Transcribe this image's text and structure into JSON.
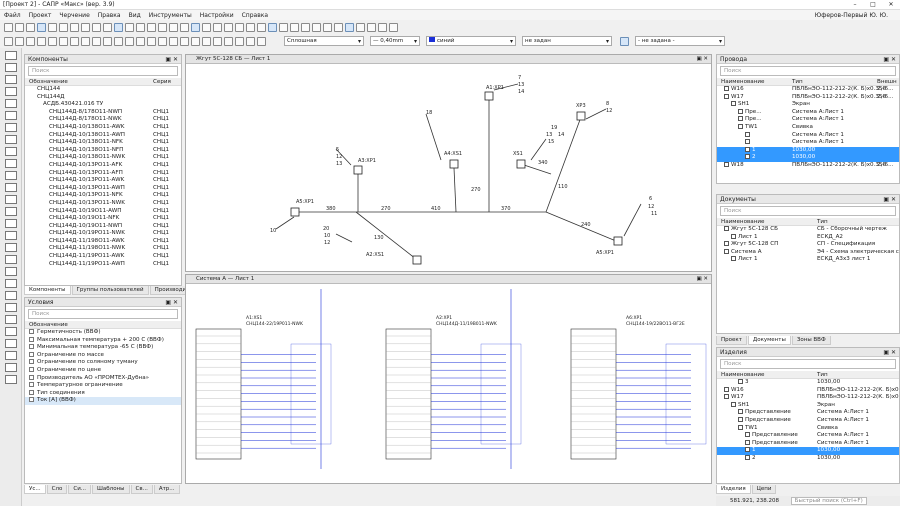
{
  "window": {
    "title": "[Проект 2] - САПР «Макс» (вер. 3.9)",
    "user": "Юферов-Первый Ю. Ю."
  },
  "menu": [
    "Файл",
    "Проект",
    "Черчение",
    "Правка",
    "Вид",
    "Инструменты",
    "Настройки",
    "Справка"
  ],
  "toolbar2": {
    "linetype": "Сплошная",
    "thickness": "— 0,40mm",
    "color": "синий",
    "fill1": "не задан",
    "fill2": "- не задана -"
  },
  "components": {
    "title": "Компоненты",
    "search_placeholder": "Поиск",
    "col1": "Обозначение",
    "col2": "Серия",
    "items": [
      {
        "label": "СНЦ144",
        "serie": "",
        "indent": 2
      },
      {
        "label": "СНЦ144Д",
        "serie": "",
        "indent": 2
      },
      {
        "label": "АСДБ.430421.016 ТУ",
        "serie": "",
        "indent": 3
      },
      {
        "label": "СНЦ144Д-8/178О11-NWП",
        "serie": "СНЦ1",
        "indent": 4
      },
      {
        "label": "СНЦ144Д-8/178О11-NWK",
        "serie": "СНЦ1",
        "indent": 4
      },
      {
        "label": "СНЦ144Д-10/138О11-AWK",
        "serie": "СНЦ1",
        "indent": 4
      },
      {
        "label": "СНЦ144Д-10/138О11-AWП",
        "serie": "СНЦ1",
        "indent": 4
      },
      {
        "label": "СНЦ144Д-10/138О11-NFK",
        "serie": "СНЦ1",
        "indent": 4
      },
      {
        "label": "СНЦ144Д-10/138О11-NFП",
        "serie": "СНЦ1",
        "indent": 4
      },
      {
        "label": "СНЦ144Д-10/138О11-NWK",
        "serie": "СНЦ1",
        "indent": 4
      },
      {
        "label": "СНЦ144Д-10/13РО11-AFK",
        "serie": "СНЦ1",
        "indent": 4
      },
      {
        "label": "СНЦ144Д-10/13РО11-AFП",
        "serie": "СНЦ1",
        "indent": 4
      },
      {
        "label": "СНЦ144Д-10/13РО11-AWK",
        "serie": "СНЦ1",
        "indent": 4
      },
      {
        "label": "СНЦ144Д-10/13РО11-AWП",
        "serie": "СНЦ1",
        "indent": 4
      },
      {
        "label": "СНЦ144Д-10/13РО11-NFK",
        "serie": "СНЦ1",
        "indent": 4
      },
      {
        "label": "СНЦ144Д-10/13РО11-NWK",
        "serie": "СНЦ1",
        "indent": 4
      },
      {
        "label": "СНЦ144Д-10/19О11-AWП",
        "serie": "СНЦ1",
        "indent": 4
      },
      {
        "label": "СНЦ144Д-10/19О11-NFK",
        "serie": "СНЦ1",
        "indent": 4
      },
      {
        "label": "СНЦ144Д-10/19О11-NWП",
        "serie": "СНЦ1",
        "indent": 4
      },
      {
        "label": "СНЦ144Д-10/19РО11-NWK",
        "serie": "СНЦ1",
        "indent": 4
      },
      {
        "label": "СНЦ144Д-11/198О11-AWK",
        "serie": "СНЦ1",
        "indent": 4
      },
      {
        "label": "СНЦ144Д-11/198О11-NWK",
        "serie": "СНЦ1",
        "indent": 4
      },
      {
        "label": "СНЦ144Д-11/19РО11-AWK",
        "serie": "СНЦ1",
        "indent": 4
      },
      {
        "label": "СНЦ144Д-11/19РО11-AWП",
        "serie": "СНЦ1",
        "indent": 4
      }
    ],
    "tabs": [
      "Компоненты",
      "Группы пользователей",
      "Производители"
    ]
  },
  "conditions": {
    "title": "Условия",
    "search_placeholder": "Поиск",
    "header": "Обозначение",
    "items": [
      "Герметичность (ВВФ)",
      "Максимальная температура + 200 С (ВВФ)",
      "Минимальная температура -65 С (ВВФ)",
      "Ограничение по массе",
      "Ограничение по соляному туману",
      "Ограничение по цене",
      "Производитель АО «ПРОМТЕХ-Дубна»",
      "Температурное ограничение",
      "Тип соединения",
      "Ток [А] (ВВФ)"
    ],
    "tabs": [
      "Ус...",
      "Сло",
      "Си...",
      "Шаблоны",
      "Св...",
      "Атр..."
    ]
  },
  "doc1": {
    "title": "Жгут 5С-128 СБ — Лист 1"
  },
  "doc2": {
    "title": "Система А — Лист 1"
  },
  "schematic": {
    "connectors": [
      "A5:XP1",
      "A3:XP1",
      "A1:XP1",
      "A4:XS1",
      "XS1",
      "XP3",
      "A2:XS1",
      "A5:XP1"
    ],
    "notes": [
      "7",
      "13",
      "14",
      "5",
      "12",
      "18",
      "19",
      "13",
      "14",
      "15",
      "8",
      "12",
      "6",
      "12",
      "20",
      "10",
      "10",
      "12",
      "13",
      "11"
    ],
    "lengths": [
      "380",
      "270",
      "410",
      "370",
      "270",
      "340",
      "130",
      "240",
      "110"
    ]
  },
  "system": {
    "blocks": [
      {
        "label": "A1:XS1",
        "part": "СНЦ144-22/19Р011-NWK"
      },
      {
        "label": "A2:XP1",
        "part": "СНЦ144Д-11/19В011-NWK"
      },
      {
        "label": "A6:XP1",
        "part": "СНЦ144-19/22ВО11-ВГ2Е"
      }
    ]
  },
  "wires": {
    "title": "Провода",
    "search_placeholder": "Поиск",
    "cols": [
      "Наименование",
      "Тип",
      "Внешн"
    ],
    "items": [
      {
        "label": "W16",
        "type": "ПВЛБнЭО-112-212-2(К. Б)х0.35-6...",
        "ext": "2,6",
        "indent": 1,
        "sel": false
      },
      {
        "label": "W17",
        "type": "ПВЛБнЭО-112-212-2(К. Б)х0.35-6...",
        "ext": "2,6",
        "indent": 1,
        "sel": false
      },
      {
        "label": "SH1",
        "type": "Экран",
        "ext": "",
        "indent": 2,
        "sel": false
      },
      {
        "label": "Пре...",
        "type": "Система А:Лист 1",
        "ext": "",
        "indent": 3,
        "sel": false
      },
      {
        "label": "Пре...",
        "type": "Система А:Лист 1",
        "ext": "",
        "indent": 3,
        "sel": false
      },
      {
        "label": "TW1",
        "type": "Свивка",
        "ext": "",
        "indent": 3,
        "sel": false
      },
      {
        "label": "",
        "type": "Система А:Лист 1",
        "ext": "",
        "indent": 4,
        "sel": false
      },
      {
        "label": "",
        "type": "Система А:Лист 1",
        "ext": "",
        "indent": 4,
        "sel": false
      },
      {
        "label": "1",
        "type": "1030,00",
        "ext": "",
        "indent": 4,
        "sel": true
      },
      {
        "label": "2",
        "type": "1030,00",
        "ext": "",
        "indent": 4,
        "sel": true
      },
      {
        "label": "W18",
        "type": "ПВЛБнЭО-112-212-2(К. Б)х0.35-6...",
        "ext": "2,6",
        "indent": 1,
        "sel": false
      }
    ]
  },
  "documents": {
    "title": "Документы",
    "search_placeholder": "Поиск",
    "cols": [
      "Наименование",
      "Тип"
    ],
    "items": [
      {
        "label": "Жгут 5С-128 СБ",
        "type": "СБ - Сборочный чертеж",
        "indent": 1
      },
      {
        "label": "Лист 1",
        "type": "ЕСКД_А2",
        "indent": 2
      },
      {
        "label": "Жгут 5С-128 СП",
        "type": "СП - Спецификация",
        "indent": 1
      },
      {
        "label": "Система А",
        "type": "Э4 - Схема электрическая с...",
        "indent": 1
      },
      {
        "label": "Лист 1",
        "type": "ЕСКД_А3х3 лист 1",
        "indent": 2
      }
    ],
    "tabs": [
      "Проект",
      "Документы",
      "Зоны ВВФ"
    ]
  },
  "products": {
    "title": "Изделия",
    "search_placeholder": "Поиск",
    "cols": [
      "Наименование",
      "Тип"
    ],
    "items": [
      {
        "label": "3",
        "type": "1030,00",
        "indent": 3,
        "sel": false
      },
      {
        "label": "W16",
        "type": "ПВЛБнЭО-112-212-2(К. Б)х0.35",
        "indent": 1,
        "sel": false
      },
      {
        "label": "W17",
        "type": "ПВЛБнЭО-112-212-2(К. Б)х0.35",
        "indent": 1,
        "sel": false
      },
      {
        "label": "SH1",
        "type": "Экран",
        "indent": 2,
        "sel": false
      },
      {
        "label": "Представление",
        "type": "Система А:Лист 1",
        "indent": 3,
        "sel": false
      },
      {
        "label": "Представление",
        "type": "Система А:Лист 1",
        "indent": 3,
        "sel": false
      },
      {
        "label": "TW1",
        "type": "Свивка",
        "indent": 3,
        "sel": false
      },
      {
        "label": "Представление",
        "type": "Система А:Лист 1",
        "indent": 4,
        "sel": false
      },
      {
        "label": "Представление",
        "type": "Система А:Лист 1",
        "indent": 4,
        "sel": false
      },
      {
        "label": "1",
        "type": "1030,00",
        "indent": 4,
        "sel": true
      },
      {
        "label": "2",
        "type": "1030,00",
        "indent": 4,
        "sel": false
      }
    ],
    "tabs": [
      "Изделия",
      "Цепи"
    ]
  },
  "status": {
    "coords": "581.921, 238.208",
    "quicksearch": "Быстрый поиск (Ctrl+F)"
  }
}
